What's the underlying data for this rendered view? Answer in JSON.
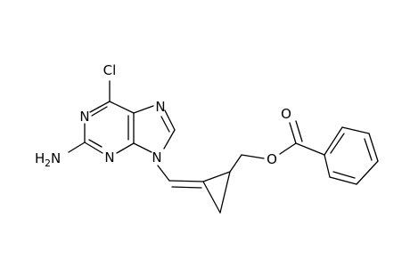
{
  "molecule": {
    "atom_labels": {
      "cl": "Cl",
      "n1": "N",
      "n3": "N",
      "n7": "N",
      "n9": "N",
      "nh2_n": "N",
      "nh2_h": "H",
      "nh2_sub": "2",
      "o_carbonyl": "O",
      "o_ester": "O"
    },
    "colors": {
      "bond": "#000000",
      "text": "#000000",
      "background": "#ffffff"
    }
  }
}
